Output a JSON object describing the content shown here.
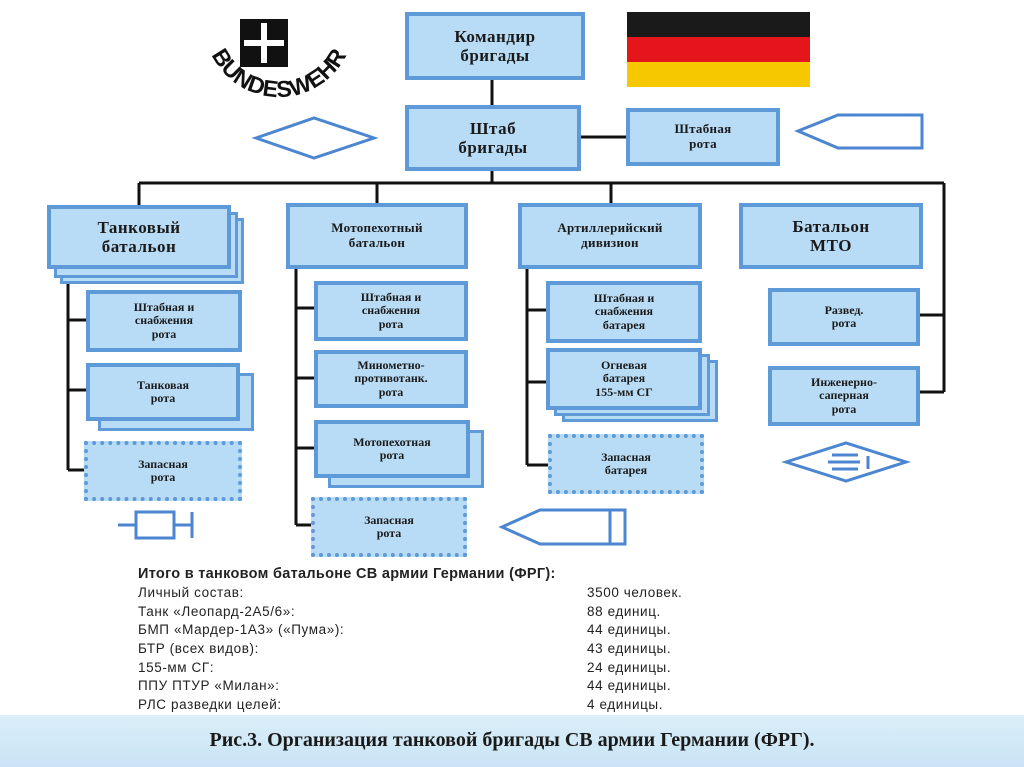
{
  "logo": {
    "text": "BUNDESWEHR"
  },
  "flag": {
    "colors": [
      "#1a1a1a",
      "#e4151b",
      "#f5c800"
    ]
  },
  "colors": {
    "box_fill": "#b9dcf6",
    "box_border": "#5e9ad8",
    "line": "#111111"
  },
  "org": {
    "commander": "Командир\nбригады",
    "hq": "Штаб\nбригады",
    "hq_company": "Штабная\nрота",
    "tank_battalion": "Танковый\nбатальон",
    "motor_rifle_battalion": "Мотопехотный\nбатальон",
    "artillery_division": "Артиллерийский\nдивизион",
    "mto_battalion": "Батальон\nМТО",
    "tank_hq_company": "Штабная и\nснабжения\nрота",
    "tank_company": "Танковая\nрота",
    "tank_reserve": "Запасная\nрота",
    "mr_hq_company": "Штабная и\nснабжения\nрота",
    "mr_mortar": "Минометно-\nпротивотанк.\nрота",
    "mr_company": "Мотопехотная\nрота",
    "mr_reserve": "Запасная\nрота",
    "art_hq_battery": "Штабная и\nснабжения\nбатарея",
    "art_fire_battery": "Огневая\nбатарея\n155-мм СГ",
    "art_reserve": "Запасная\nбатарея",
    "mto_recon": "Развед.\nрота",
    "mto_engineer": "Инженерно-\nсаперная\nрота"
  },
  "summary": {
    "title": "Итого в танковом батальоне СВ армии Германии (ФРГ):",
    "rows": [
      {
        "label": "Личный состав:",
        "value": "3500 человек."
      },
      {
        "label": "Танк «Леопард-2А5/6»:",
        "value": "88 единиц."
      },
      {
        "label": "БМП «Мардер-1А3» («Пума»):",
        "value": "44 единицы."
      },
      {
        "label": "БТР (всех видов):",
        "value": "43 единицы."
      },
      {
        "label": "155-мм СГ:",
        "value": "24 единицы."
      },
      {
        "label": "ППУ ПТУР «Милан»:",
        "value": "44 единицы."
      },
      {
        "label": "РЛС разведки целей:",
        "value": "4 единицы."
      }
    ]
  },
  "caption": "Рис.3. Организация танковой бригады СВ армии Германии (ФРГ)."
}
